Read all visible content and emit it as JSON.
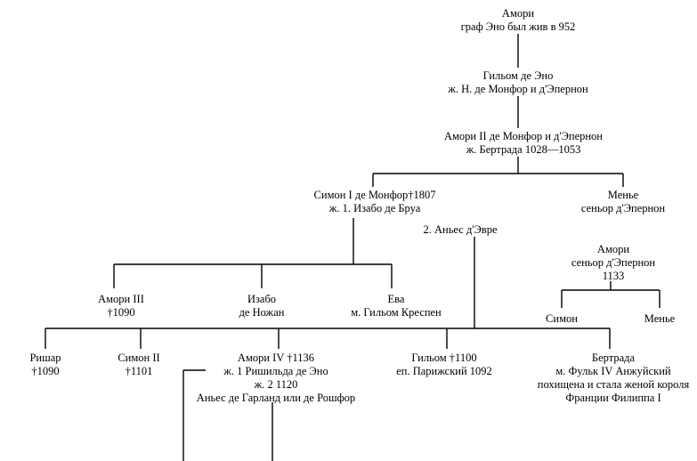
{
  "nodes": {
    "amauri_i": [
      "Амори",
      "граф Эно был жив в 952"
    ],
    "guillaume_hainaut": [
      "Гильом де Эно",
      "ж. Н. де Монфор и д'Эпернон"
    ],
    "amauri_ii": [
      "Амори II де Монфор и д'Эпернон",
      "ж. Бертрада 1028—1053"
    ],
    "simon_i": [
      "Симон I де Монфор†1807",
      "ж. 1. Изабо де Бруа"
    ],
    "menier_epernon": [
      "Менье",
      "сеньор д'Эпернон"
    ],
    "agnes_evreux": [
      "2. Аньес д'Эвре"
    ],
    "amauri_epernon": [
      "Амори",
      "сеньор д'Эпернон",
      "1133"
    ],
    "amauri_iii": [
      "Амори III",
      "†1090"
    ],
    "isabeau": [
      "Изабо",
      "де Ножан"
    ],
    "eve": [
      "Ева",
      "м. Гильом Креспен"
    ],
    "simon_epernon": [
      "Симон"
    ],
    "menier_younger": [
      "Менье"
    ],
    "richard": [
      "Ришар",
      "†1090"
    ],
    "simon_ii": [
      "Симон II",
      "†1101"
    ],
    "amauri_iv": [
      "Амори IV †1136",
      "ж. 1 Ришильда де Эно",
      "ж. 2 1120",
      "Аньес де Гарланд или де Рошфор"
    ],
    "guillaume_bishop": [
      "Гильом †1100",
      "еп. Парижский 1092"
    ],
    "bertrade": [
      "Бертрада",
      "м. Фульк IV Анжуйский",
      "похищена и стала женой короля",
      "Франции Филиппа I"
    ]
  }
}
